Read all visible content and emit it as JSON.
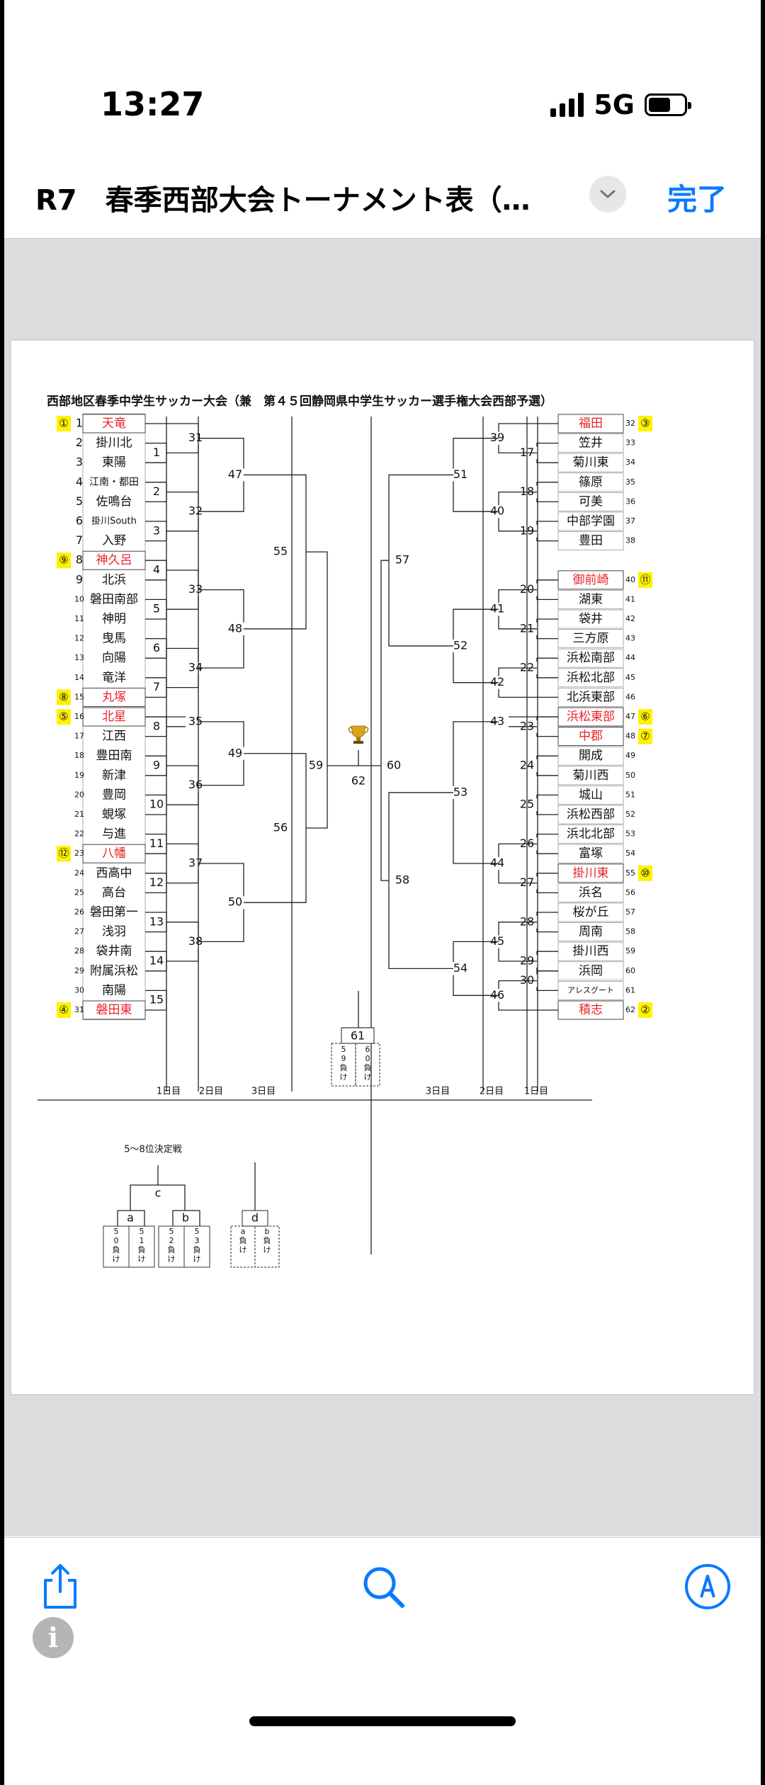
{
  "status_bar": {
    "time": "13:27",
    "network": "5G",
    "battery_level": 0.62
  },
  "nav": {
    "title": "R7　春季西部大会トーナメント表（…",
    "done": "完了"
  },
  "doc": {
    "title": "西部地区春季中学生サッカー大会（兼　第４５回静岡県中学生サッカー選手権大会西部予選）",
    "day_labels": {
      "day1": "1日目",
      "day2": "2日目",
      "day3": "3日目"
    },
    "placement_title": "5～8位決定戦"
  },
  "colors": {
    "accent": "#0a7aff",
    "seed_highlight": "#fff200",
    "seed_team_text": "#e8232a"
  },
  "left_teams": [
    {
      "seed": "①",
      "num": "1",
      "name": "天竜",
      "red": true
    },
    {
      "num": "2",
      "name": "掛川北"
    },
    {
      "num": "3",
      "name": "東陽"
    },
    {
      "num": "4",
      "name": "江南・都田"
    },
    {
      "num": "5",
      "name": "佐鳴台"
    },
    {
      "num": "6",
      "name": "掛川South"
    },
    {
      "num": "7",
      "name": "入野"
    },
    {
      "seed": "⑨",
      "num": "8",
      "name": "神久呂",
      "red": true
    },
    {
      "num": "9",
      "name": "北浜"
    },
    {
      "num": "10",
      "name": "磐田南部"
    },
    {
      "num": "11",
      "name": "神明"
    },
    {
      "num": "12",
      "name": "曳馬"
    },
    {
      "num": "13",
      "name": "向陽"
    },
    {
      "num": "14",
      "name": "竜洋"
    },
    {
      "seed": "⑧",
      "num": "15",
      "name": "丸塚",
      "red": true
    },
    {
      "seed": "⑤",
      "num": "16",
      "name": "北星",
      "red": true
    },
    {
      "num": "17",
      "name": "江西"
    },
    {
      "num": "18",
      "name": "豊田南"
    },
    {
      "num": "19",
      "name": "新津"
    },
    {
      "num": "20",
      "name": "豊岡"
    },
    {
      "num": "21",
      "name": "蜆塚"
    },
    {
      "num": "22",
      "name": "与進"
    },
    {
      "seed": "⑫",
      "num": "23",
      "name": "八幡",
      "red": true
    },
    {
      "num": "24",
      "name": "西高中"
    },
    {
      "num": "25",
      "name": "高台"
    },
    {
      "num": "26",
      "name": "磐田第一"
    },
    {
      "num": "27",
      "name": "浅羽"
    },
    {
      "num": "28",
      "name": "袋井南"
    },
    {
      "num": "29",
      "name": "附属浜松"
    },
    {
      "num": "30",
      "name": "南陽"
    },
    {
      "seed": "④",
      "num": "31",
      "name": "磐田東",
      "red": true
    }
  ],
  "right_teams": [
    {
      "seed": "③",
      "num": "32",
      "name": "福田",
      "red": true
    },
    {
      "num": "33",
      "name": "笠井"
    },
    {
      "num": "34",
      "name": "菊川東"
    },
    {
      "num": "35",
      "name": "篠原"
    },
    {
      "num": "36",
      "name": "可美"
    },
    {
      "num": "37",
      "name": "中部学園"
    },
    {
      "num": "38",
      "name": "豊田"
    },
    {
      "seed": "⑪",
      "num": "40",
      "name": "御前崎",
      "red": true
    },
    {
      "num": "41",
      "name": "湖東"
    },
    {
      "num": "42",
      "name": "袋井"
    },
    {
      "num": "43",
      "name": "三方原"
    },
    {
      "num": "44",
      "name": "浜松南部"
    },
    {
      "num": "45",
      "name": "浜松北部"
    },
    {
      "num": "46",
      "name": "北浜東部"
    },
    {
      "seed": "⑥",
      "num": "47",
      "name": "浜松東部",
      "red": true
    },
    {
      "seed": "⑦",
      "num": "48",
      "name": "中郡",
      "red": true
    },
    {
      "num": "49",
      "name": "開成"
    },
    {
      "num": "50",
      "name": "菊川西"
    },
    {
      "num": "51",
      "name": "城山"
    },
    {
      "num": "52",
      "name": "浜松西部"
    },
    {
      "num": "53",
      "name": "浜北北部"
    },
    {
      "num": "54",
      "name": "富塚"
    },
    {
      "seed": "⑩",
      "num": "55",
      "name": "掛川東",
      "red": true
    },
    {
      "num": "56",
      "name": "浜名"
    },
    {
      "num": "57",
      "name": "桜が丘"
    },
    {
      "num": "58",
      "name": "周南"
    },
    {
      "num": "59",
      "name": "掛川西"
    },
    {
      "num": "60",
      "name": "浜岡"
    },
    {
      "num": "61",
      "name": "アレスグート"
    },
    {
      "seed": "②",
      "num": "62",
      "name": "積志",
      "red": true
    }
  ],
  "match_labels": {
    "r1_left": [
      "1",
      "2",
      "3",
      "4",
      "5",
      "6",
      "7",
      "8",
      "9",
      "10",
      "11",
      "12",
      "13",
      "14",
      "15"
    ],
    "r2_left": [
      "31",
      "32",
      "33",
      "34",
      "35",
      "36",
      "37",
      "38"
    ],
    "r3_left": [
      "47",
      "48",
      "49",
      "50"
    ],
    "r4_left": [
      "55",
      "56"
    ],
    "r1_right": [
      "17",
      "18",
      "19",
      "20",
      "21",
      "22",
      "23",
      "24",
      "25",
      "26",
      "27",
      "28",
      "29",
      "30"
    ],
    "r2_right": [
      "39",
      "40",
      "41",
      "42",
      "43",
      "44",
      "45",
      "46"
    ],
    "r3_right": [
      "51",
      "52",
      "53",
      "54"
    ],
    "r4_right": [
      "57",
      "58"
    ],
    "semi_left": "59",
    "semi_right": "60",
    "final": "62",
    "third_place": "61",
    "third_place_slots": [
      "59負け",
      "60負け"
    ],
    "placement": {
      "top": "c",
      "left": "a",
      "right": "b",
      "other": "d",
      "slots": [
        "50負け",
        "51負け",
        "52負け",
        "53負け"
      ],
      "other_slots": [
        "a負け",
        "b負け"
      ]
    }
  },
  "trophy_icon": "trophy-icon"
}
